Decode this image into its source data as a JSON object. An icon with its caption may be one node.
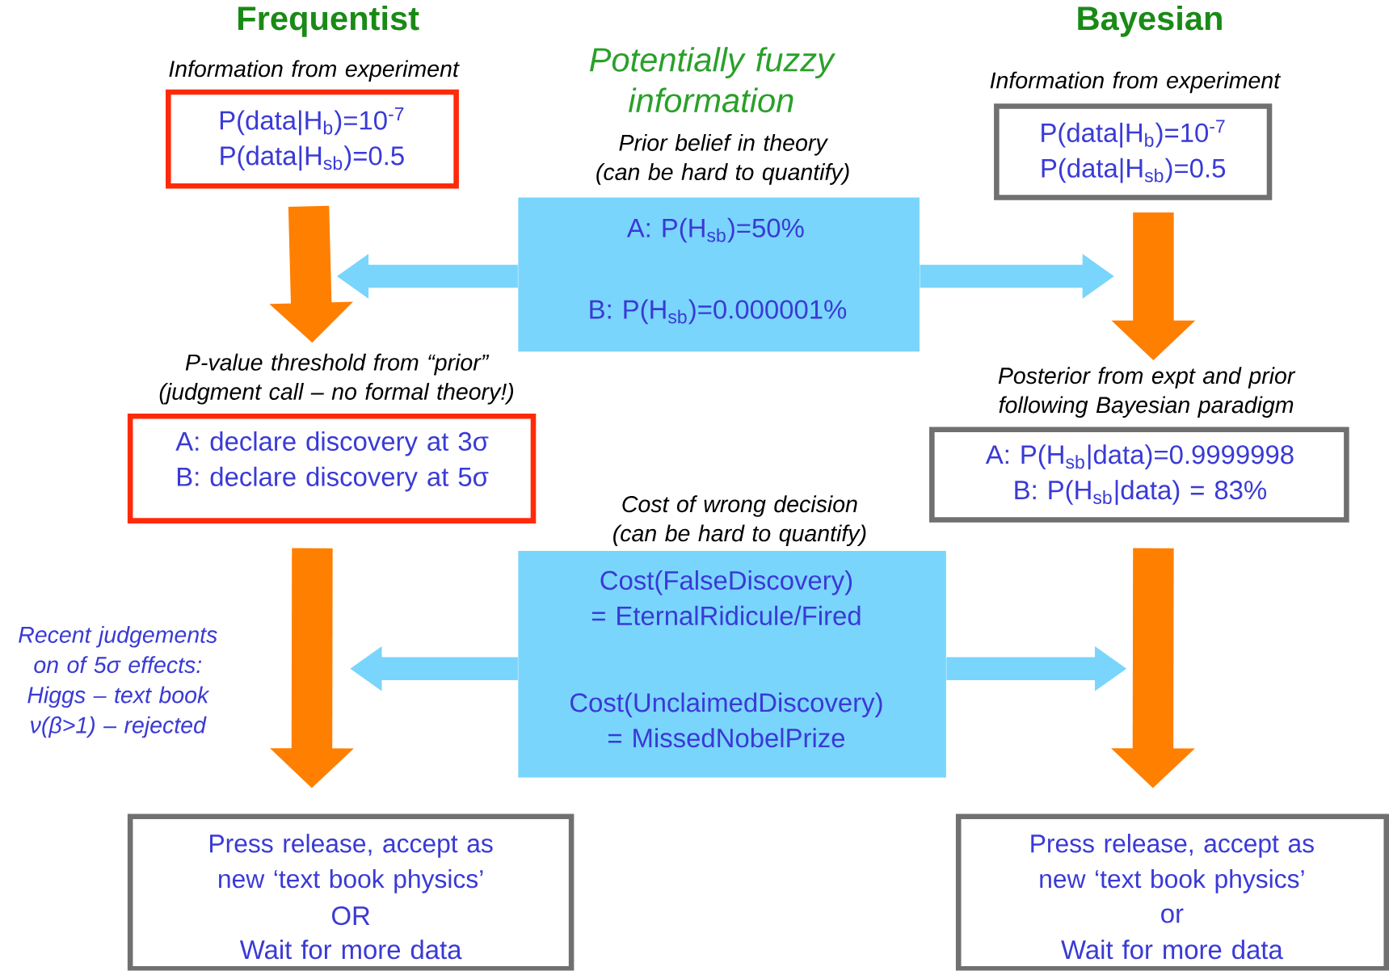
{
  "diagram": {
    "nodes": [
      {
        "text": [
          "Information from experiment",
          "P(data|H$_{b}$)=10$^{-7}$ P(data|H$_{sb}$)=0.5"
        ]
      },
      {
        "text": [
          "Prior belief in theory (can be hard to quantify)",
          "A: P(H$_{sb}$)=50%",
          "B: P(H$_{sb}$)=0.000001%"
        ]
      },
      {
        "text": [
          "Information from experiment",
          "P(data|H$_{b}$)=10$^{-7}$ P(data|H$_{sb}$)=0.5"
        ]
      },
      {
        "text": [
          "P-value threshold from “prior” (judgment call – no formal theory!)",
          "A: declare discovery at 3σ B: declare discovery at 5σ"
        ]
      },
      {
        "text": [
          "Posterior from expt and prior following Bayesian paradigm",
          "A: P(H$_{sb}$|data)=0.9999998 B: P(H$_{sb}$|data) = 83%"
        ]
      },
      {
        "text": [
          "Cost of wrong decision (can be hard to quantify)",
          "Cost(FalseDiscovery) = EternalRidicule/Fired",
          "Cost(UnclaimedDiscovery) = MissedNobelPrize"
        ]
      },
      {
        "text": [
          "Press release, accept as new ‘text book physics’",
          "OR",
          "Wait for more data"
        ]
      },
      {
        "text": [
          "Press release, accept as new ‘text book physics’",
          "or",
          "Wait for more data"
        ]
      }
    ],
    "edges": [
      {
        "from": 0,
        "to": 3,
        "arrow": "to",
        "color": "#ff7f00"
      },
      {
        "from": 1,
        "to": null,
        "arrow": "to",
        "color": "#79d5fc"
      },
      {
        "from": 1,
        "to": null,
        "arrow": "to",
        "color": "#79d5fc"
      },
      {
        "from": 2,
        "to": 4,
        "arrow": "to",
        "color": "#ff7f00"
      },
      {
        "from": 3,
        "to": 6,
        "arrow": "to",
        "color": "#ff7f00"
      },
      {
        "from": 5,
        "to": null,
        "arrow": "to",
        "color": "#79d5fc"
      },
      {
        "from": 5,
        "to": null,
        "arrow": "to",
        "color": "#79d5fc"
      },
      {
        "from": 4,
        "to": 7,
        "arrow": "to",
        "color": "#ff7f00"
      }
    ],
    "labels": [
      "Frequentist",
      "Bayesian",
      "Potentially fuzzy information",
      "Recent judgements on of 5σ effects: Higgs – text book ν(β>1) – rejected"
    ]
  }
}
